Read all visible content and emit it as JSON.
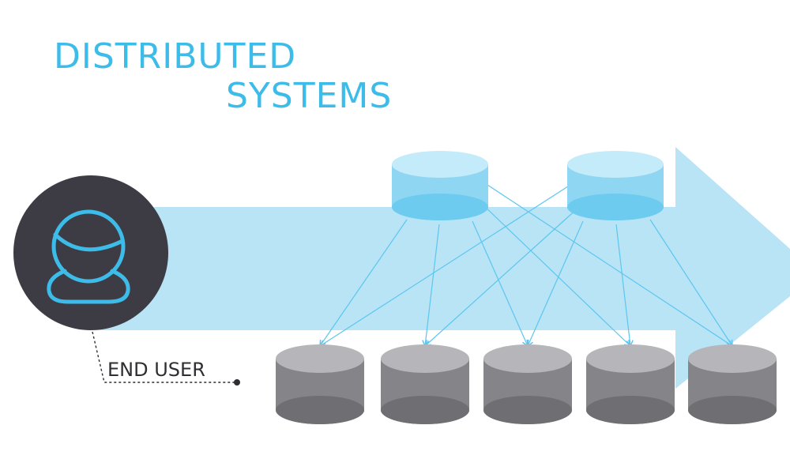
{
  "title": {
    "line1": "DISTRIBUTED",
    "line2": "SYSTEMS"
  },
  "user": {
    "label": "END USER",
    "icon": "user-icon"
  },
  "colors": {
    "title": "#3dbce9",
    "arrow": "#b8e4f6",
    "top_db": "#8fd6f2",
    "top_db_light": "#c4ebf9",
    "top_db_dark": "#6ccbee",
    "bottom_db": "#858489",
    "bottom_db_light": "#b6b5b9",
    "bottom_db_dark": "#6f6e73",
    "connection": "#5cc6ef",
    "avatar_bg": "#3d3c44",
    "avatar_line": "#3dbce9",
    "label": "#2f2f33"
  }
}
